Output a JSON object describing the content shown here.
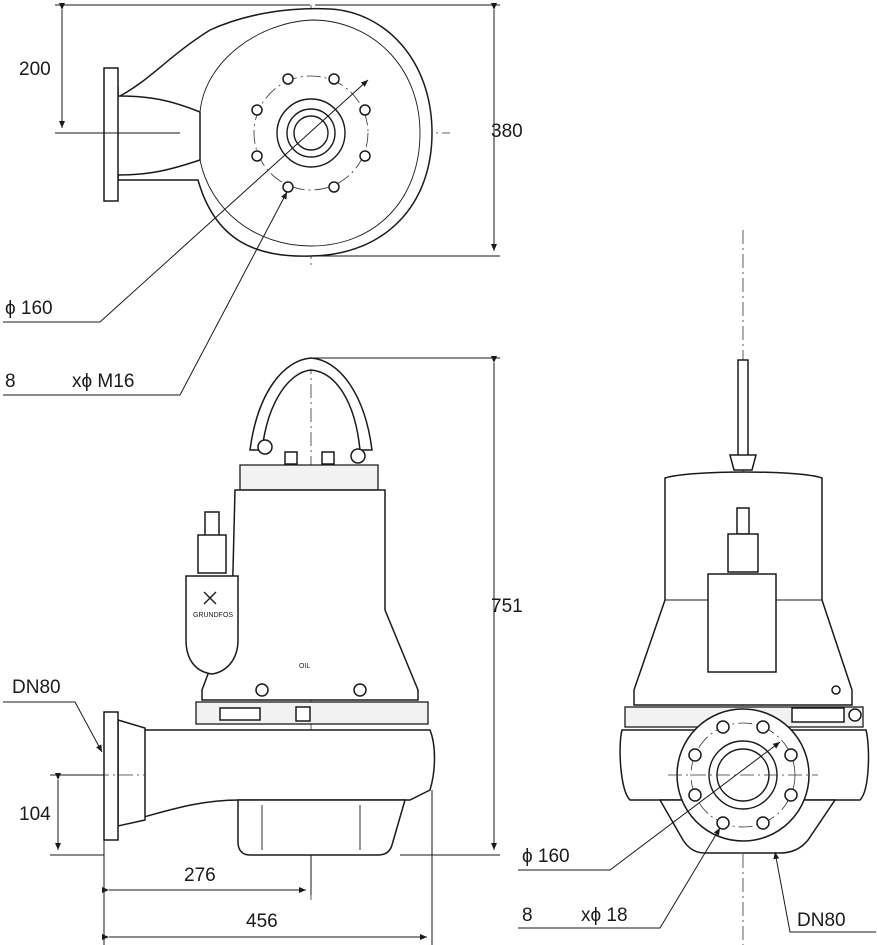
{
  "top_view": {
    "dim_200": "200",
    "dim_380": "380",
    "bolt_circle": "ϕ 160",
    "bolt_count": "8",
    "bolt_spec": "xϕ M16"
  },
  "side_view": {
    "dim_751": "751",
    "outlet_label": "DN80",
    "dim_104": "104",
    "dim_276": "276",
    "dim_456": "456",
    "oil_marking": "OIL",
    "logo_text": "GRUNDFOS"
  },
  "front_view": {
    "bolt_circle": "ϕ 160",
    "bolt_count": "8",
    "bolt_spec": "xϕ 18",
    "outlet_label": "DN80"
  }
}
